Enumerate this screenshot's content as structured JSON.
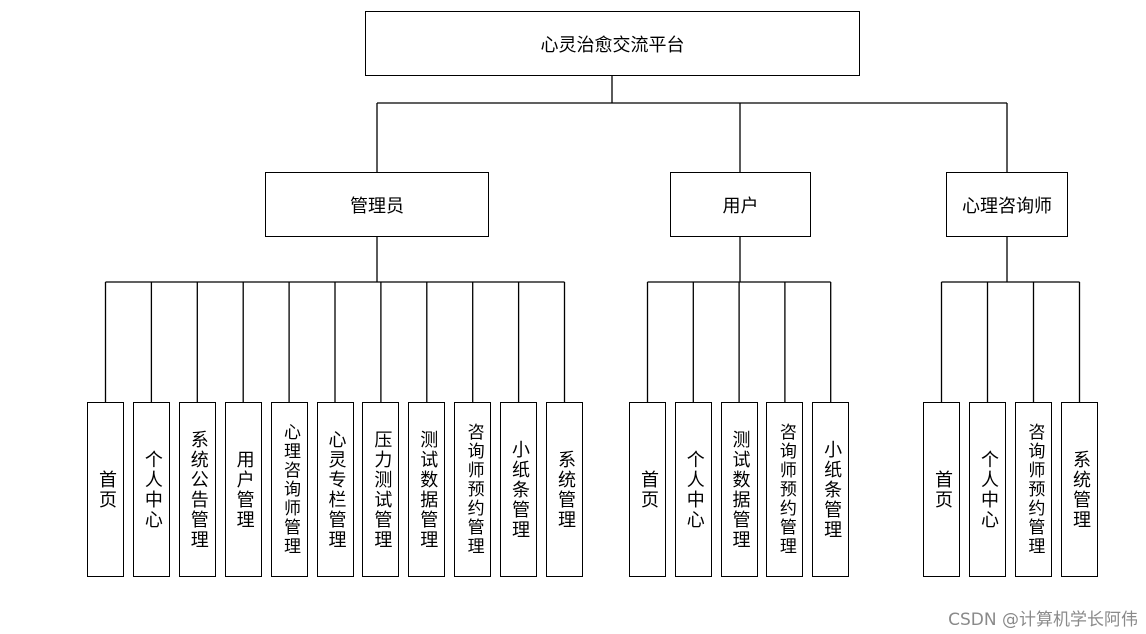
{
  "root": {
    "label": "心灵治愈交流平台"
  },
  "roles": [
    {
      "id": "admin",
      "label": "管理员",
      "modules": [
        "首页",
        "个人中心",
        "系统公告管理",
        "用户管理",
        "心理咨询师管理",
        "心灵专栏管理",
        "压力测试管理",
        "测试数据管理",
        "咨询师预约管理",
        "小纸条管理",
        "系统管理"
      ]
    },
    {
      "id": "user",
      "label": "用户",
      "modules": [
        "首页",
        "个人中心",
        "测试数据管理",
        "咨询师预约管理",
        "小纸条管理"
      ]
    },
    {
      "id": "counselor",
      "label": "心理咨询师",
      "modules": [
        "首页",
        "个人中心",
        "咨询师预约管理",
        "系统管理"
      ]
    }
  ],
  "watermark": "CSDN @计算机学长阿伟"
}
